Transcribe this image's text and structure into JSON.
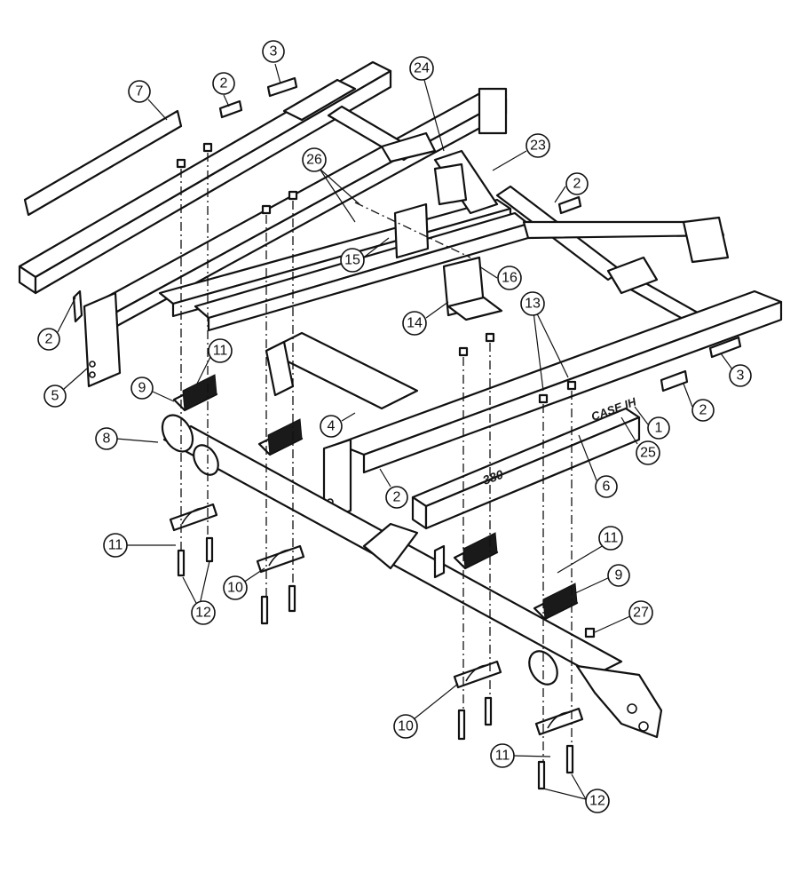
{
  "callouts": [
    {
      "id": "c-7",
      "label": "7"
    },
    {
      "id": "c-2a",
      "label": "2"
    },
    {
      "id": "c-3a",
      "label": "3"
    },
    {
      "id": "c-24",
      "label": "24"
    },
    {
      "id": "c-23",
      "label": "23"
    },
    {
      "id": "c-2b",
      "label": "2"
    },
    {
      "id": "c-26",
      "label": "26"
    },
    {
      "id": "c-15",
      "label": "15"
    },
    {
      "id": "c-16",
      "label": "16"
    },
    {
      "id": "c-14",
      "label": "14"
    },
    {
      "id": "c-13",
      "label": "13"
    },
    {
      "id": "c-2c",
      "label": "2"
    },
    {
      "id": "c-5",
      "label": "5"
    },
    {
      "id": "c-11a",
      "label": "11"
    },
    {
      "id": "c-9a",
      "label": "9"
    },
    {
      "id": "c-4",
      "label": "4"
    },
    {
      "id": "c-3b",
      "label": "3"
    },
    {
      "id": "c-2d",
      "label": "2"
    },
    {
      "id": "c-1",
      "label": "1"
    },
    {
      "id": "c-25",
      "label": "25"
    },
    {
      "id": "c-6",
      "label": "6"
    },
    {
      "id": "c-8",
      "label": "8"
    },
    {
      "id": "c-2e",
      "label": "2"
    },
    {
      "id": "c-11b",
      "label": "11"
    },
    {
      "id": "c-10a",
      "label": "10"
    },
    {
      "id": "c-12a",
      "label": "12"
    },
    {
      "id": "c-11c",
      "label": "11"
    },
    {
      "id": "c-9b",
      "label": "9"
    },
    {
      "id": "c-27",
      "label": "27"
    },
    {
      "id": "c-10b",
      "label": "10"
    },
    {
      "id": "c-11d",
      "label": "11"
    },
    {
      "id": "c-12b",
      "label": "12"
    }
  ],
  "decals": {
    "brand": "CASE IH",
    "model": "380"
  }
}
